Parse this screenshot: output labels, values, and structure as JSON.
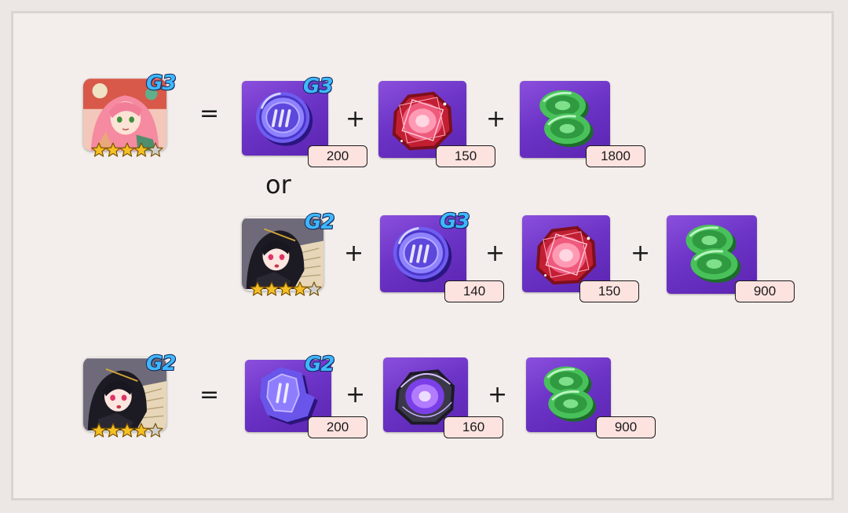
{
  "recipes": {
    "g3": {
      "result": {
        "grade": "G3",
        "stars": 4
      },
      "equals": "=",
      "option_a": {
        "grade_badge": "G3",
        "counts": [
          "200",
          "150",
          "1800"
        ]
      },
      "or_label": "or",
      "option_b": {
        "character_grade": "G2",
        "character_stars": 4,
        "medal_grade": "G3",
        "counts": [
          "140",
          "150",
          "900"
        ]
      }
    },
    "g2": {
      "result": {
        "grade": "G2",
        "stars": 4
      },
      "equals": "=",
      "grade_badge": "G2",
      "counts": [
        "200",
        "160",
        "900"
      ]
    }
  },
  "operators": {
    "plus": "+"
  },
  "icons": {
    "g3_character": "pink-haired-heroine-portrait",
    "g2_character": "dark-haired-heroine-portrait",
    "medal_iii": "purple-medal-iii-icon",
    "medal_ii": "purple-medal-ii-icon",
    "red_crystal": "red-crystal-core-icon",
    "purple_crystal": "purple-crystal-core-icon",
    "green_token": "green-gear-token-icon"
  },
  "colors": {
    "tile_purple": "#6c34c7",
    "count_bg": "#fde3e0",
    "grade_blue": "#3fb7ff",
    "star_gold": "#f5c024",
    "star_empty": "#cfcfcf"
  }
}
